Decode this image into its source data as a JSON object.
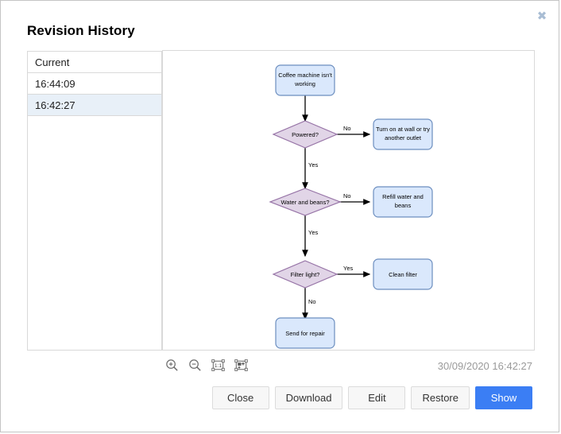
{
  "dialog": {
    "title": "Revision History",
    "close_icon": "close-icon"
  },
  "revisions": {
    "items": [
      {
        "label": "Current",
        "selected": false
      },
      {
        "label": "16:44:09",
        "selected": false
      },
      {
        "label": "16:42:27",
        "selected": true
      }
    ]
  },
  "zoom_toolbar": {
    "items": [
      {
        "name": "zoom-in-icon",
        "title": "Zoom In"
      },
      {
        "name": "zoom-out-icon",
        "title": "Zoom Out"
      },
      {
        "name": "actual-size-icon",
        "title": "1:1",
        "label": "1:1"
      },
      {
        "name": "fit-page-icon",
        "title": "Fit Page"
      }
    ]
  },
  "status": {
    "timestamp": "30/09/2020 16:42:27"
  },
  "footer": {
    "buttons": [
      {
        "label": "Close",
        "primary": false
      },
      {
        "label": "Download",
        "primary": false
      },
      {
        "label": "Edit",
        "primary": false
      },
      {
        "label": "Restore",
        "primary": false
      },
      {
        "label": "Show",
        "primary": true
      }
    ]
  },
  "diagram": {
    "colors": {
      "process_fill": "#dae8fc",
      "process_stroke": "#6c8ebf",
      "decision_fill": "#e1d5e7",
      "decision_stroke": "#9673a6",
      "edge_stroke": "#000000",
      "canvas_background": "#ffffff"
    },
    "nodes": [
      {
        "id": "start",
        "type": "process",
        "lines": [
          "Coffee machine isn't",
          "working"
        ]
      },
      {
        "id": "powered",
        "type": "decision",
        "lines": [
          "Powered?"
        ]
      },
      {
        "id": "turn-on",
        "type": "process",
        "lines": [
          "Turn on at wall or try",
          "another outlet"
        ]
      },
      {
        "id": "water-beans",
        "type": "decision",
        "lines": [
          "Water and beans?"
        ]
      },
      {
        "id": "refill",
        "type": "process",
        "lines": [
          "Refill water and",
          "beans"
        ]
      },
      {
        "id": "filter-light",
        "type": "decision",
        "lines": [
          "Filter light?"
        ]
      },
      {
        "id": "clean-filter",
        "type": "process",
        "lines": [
          "Clean filter"
        ]
      },
      {
        "id": "send-repair",
        "type": "process",
        "lines": [
          "Send for repair"
        ]
      }
    ],
    "edges": [
      {
        "from": "start",
        "to": "powered",
        "label": ""
      },
      {
        "from": "powered",
        "to": "turn-on",
        "label": "No"
      },
      {
        "from": "powered",
        "to": "water-beans",
        "label": "Yes"
      },
      {
        "from": "water-beans",
        "to": "refill",
        "label": "No"
      },
      {
        "from": "water-beans",
        "to": "filter-light",
        "label": "Yes"
      },
      {
        "from": "filter-light",
        "to": "clean-filter",
        "label": "Yes"
      },
      {
        "from": "filter-light",
        "to": "send-repair",
        "label": "No"
      }
    ]
  }
}
